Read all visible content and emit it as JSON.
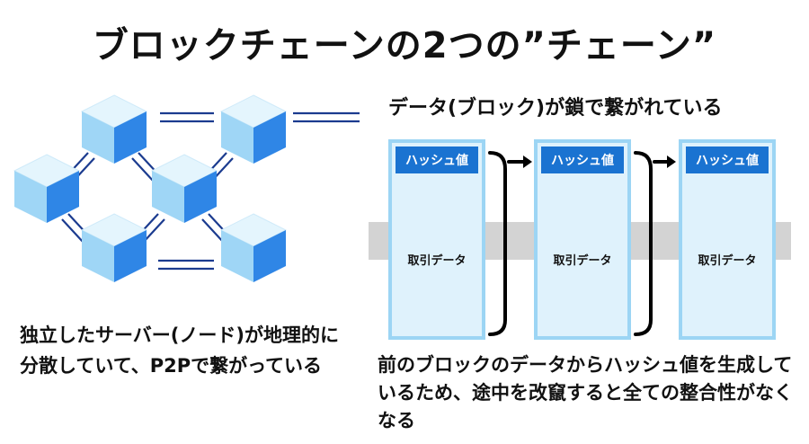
{
  "title": "ブロックチェーンの2つの”チェーン”",
  "left": {
    "caption": "独立したサーバー(ノード)が地理的に分散していて、P2Pで繋がっている"
  },
  "right": {
    "heading": "データ(ブロック)が鎖で繋がれている",
    "blocks": [
      {
        "hash_label": "ハッシュ値",
        "data_label": "取引データ"
      },
      {
        "hash_label": "ハッシュ値",
        "data_label": "取引データ"
      },
      {
        "hash_label": "ハッシュ値",
        "data_label": "取引データ"
      }
    ],
    "caption": "前のブロックのデータからハッシュ値を生成しているため、途中を改竄すると全ての整合性がなくなる"
  },
  "colors": {
    "cube_top": "#e4f5fd",
    "cube_left": "#9fd6f6",
    "cube_right": "#2f86e6",
    "block_border": "#9cd5f4",
    "block_fill": "#dff2fc",
    "hash_fill": "#1a73d1",
    "band": "#d3d3d3",
    "link_lines": "#1b3b8f"
  },
  "icons": [
    "cube-icon",
    "arrow-icon",
    "bracket-icon"
  ]
}
